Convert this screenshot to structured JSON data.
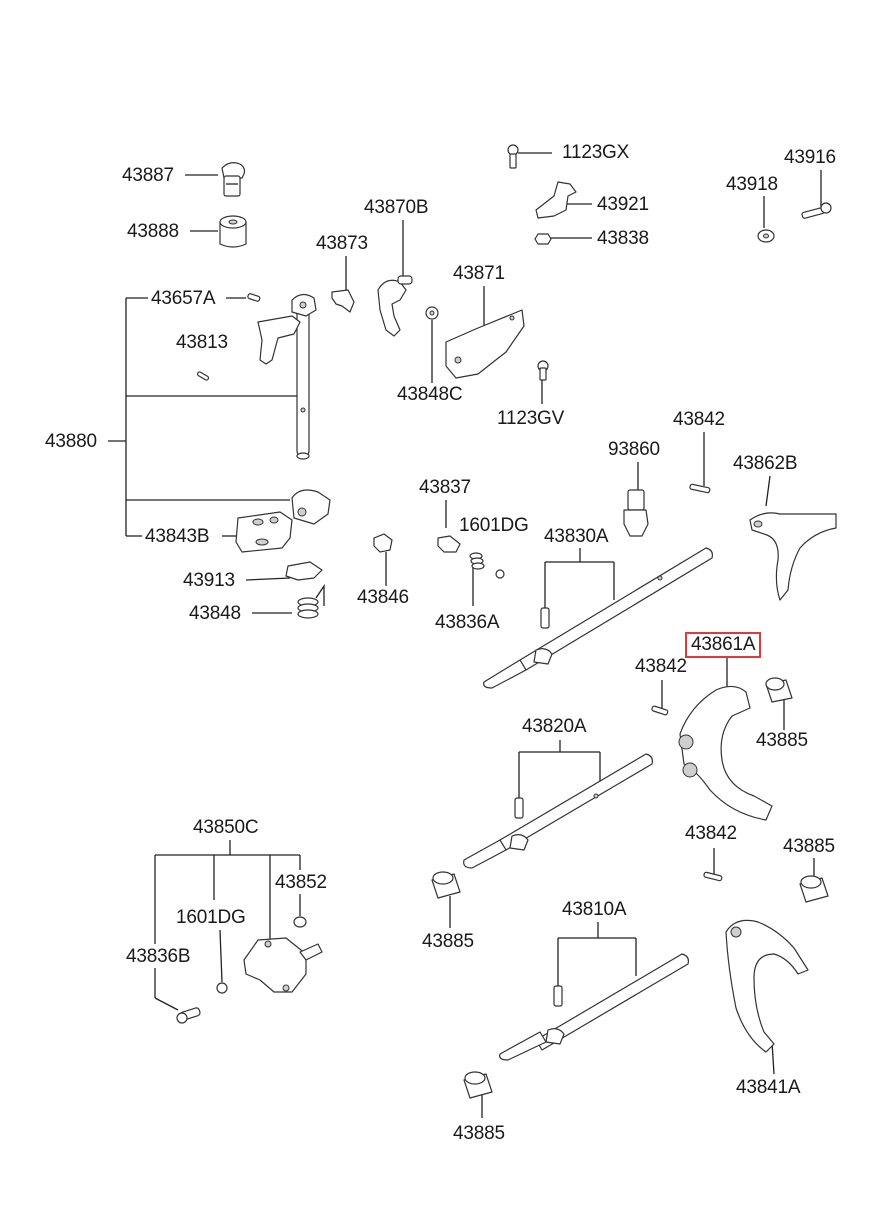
{
  "diagram": {
    "labels": {
      "p43887": "43887",
      "p43888": "43888",
      "p43870B": "43870B",
      "p1123GX": "1123GX",
      "p43916": "43916",
      "p43918": "43918",
      "p43921": "43921",
      "p43838": "43838",
      "p43873": "43873",
      "p43871": "43871",
      "p43657A": "43657A",
      "p43813": "43813",
      "p43848C": "43848C",
      "p1123GV": "1123GV",
      "p43880": "43880",
      "p43842a": "43842",
      "p93860": "93860",
      "p43862B": "43862B",
      "p43837": "43837",
      "p1601DGa": "1601DG",
      "p43830A": "43830A",
      "p43843B": "43843B",
      "p43913": "43913",
      "p43846": "43846",
      "p43848": "43848",
      "p43836A": "43836A",
      "p43861A": "43861A",
      "p43842b": "43842",
      "p43885a": "43885",
      "p43820A": "43820A",
      "p43850C": "43850C",
      "p43842c": "43842",
      "p43885b": "43885",
      "p43852": "43852",
      "p1601DGb": "1601DG",
      "p43885c": "43885",
      "p43810A": "43810A",
      "p43836B": "43836B",
      "p43841A": "43841A",
      "p43885d": "43885"
    },
    "highlighted_part": "43861A",
    "colors": {
      "highlight": "#e0393a",
      "line": "#222222",
      "text": "#1a1a1a"
    }
  }
}
